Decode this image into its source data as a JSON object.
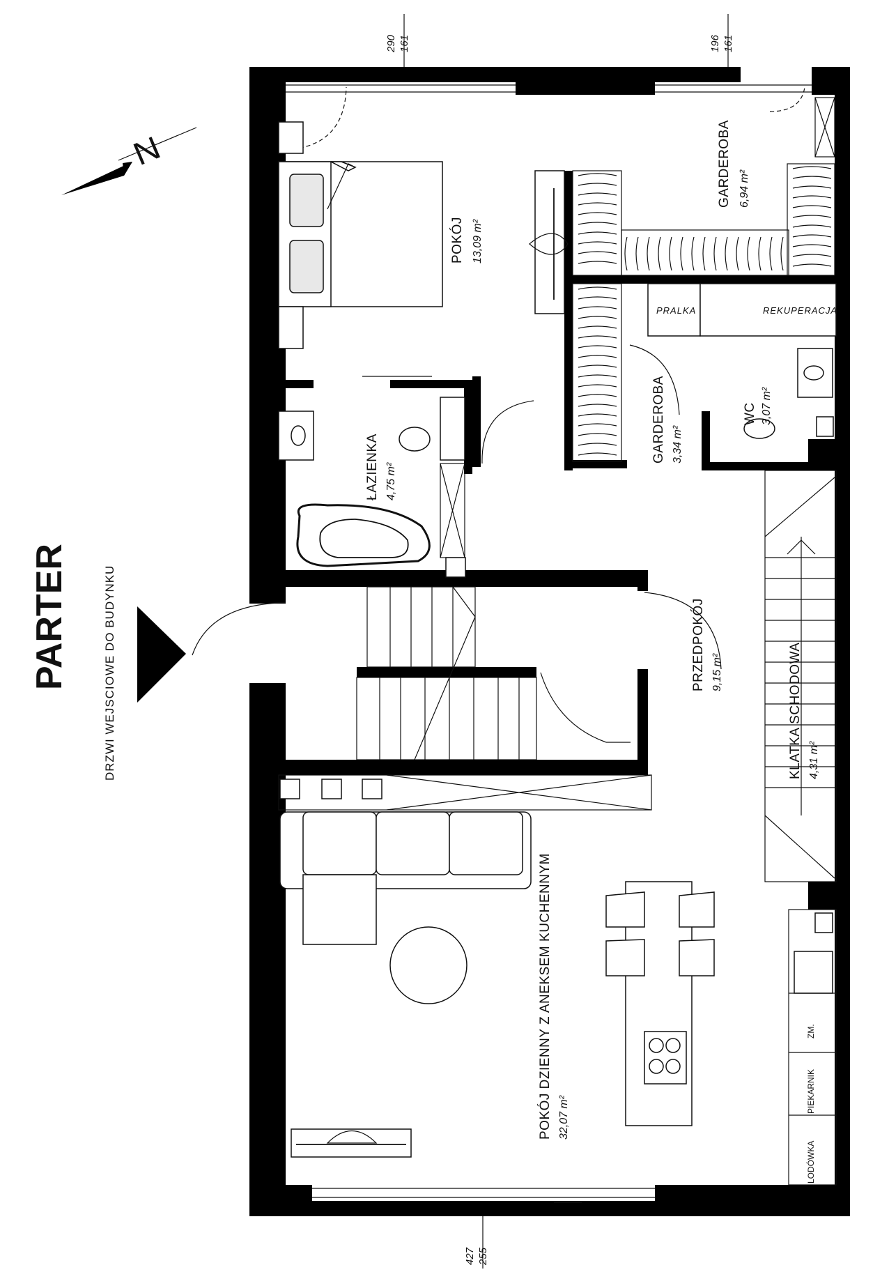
{
  "title": "PARTER",
  "entrance_label": "DRZWI WEJSCIOWE DO BUDYNKU",
  "north_label": "N",
  "rooms": {
    "pokoj": {
      "name": "POKÓJ",
      "area": "13,09 m²"
    },
    "garderoba1": {
      "name": "GARDEROBA",
      "area": "6,94 m²"
    },
    "garderoba2": {
      "name": "GARDEROBA",
      "area": "3,34 m²"
    },
    "wc": {
      "name": "WC",
      "area": "3,07 m²"
    },
    "lazienka": {
      "name": "ŁAZIENKA",
      "area": "4,75 m²"
    },
    "przedpokoj": {
      "name": "PRZEDPOKÓJ",
      "area": "9,15 m²"
    },
    "klatka": {
      "name": "KLATKA SCHODOWA",
      "area": "4,31 m²"
    },
    "dzienny": {
      "name": "POKÓJ DZIENNY Z ANEKSEM KUCHENNYM",
      "area": "32,07 m²"
    }
  },
  "appliances": {
    "pralka": "PRALKA",
    "rekuperacja": "REKUPERACJA",
    "zm": "ZM.",
    "piekarnik": "PIEKARNIK",
    "lodowka": "LODÓWKA"
  },
  "dimensions": {
    "top_left": [
      "290",
      "161"
    ],
    "top_right": [
      "196",
      "161"
    ],
    "bottom": [
      "427",
      "255"
    ]
  }
}
